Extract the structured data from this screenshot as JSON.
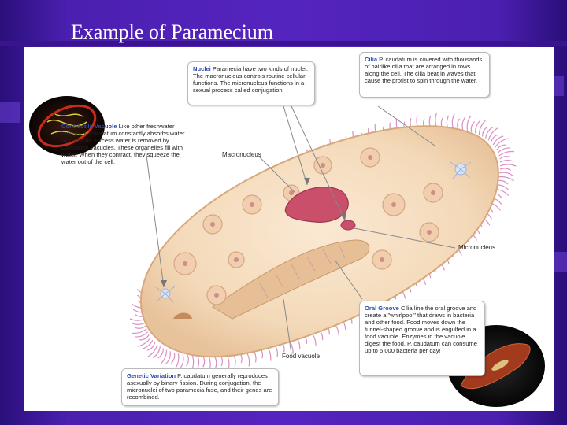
{
  "slide": {
    "title": "Example of Paramecium"
  },
  "callouts": {
    "nuclei": {
      "heading": "Nuclei",
      "text": "Paramecia have two kinds of nuclei. The macronucleus controls routine cellular functions. The micronucleus functions in a sexual process called conjugation."
    },
    "cilia": {
      "heading": "Cilia",
      "text": "P. caudatum is covered with thousands of hairlike cilia that are arranged in rows along the cell. The cilia beat in waves that cause the protist to spin through the water."
    },
    "contractile_vacuole": {
      "heading": "Contractile Vacuole",
      "text": "Like other freshwater protists, P. caudatum constantly absorbs water by osmosis. Excess water is removed by contractile vacuoles. These organelles fill with water. When they contract, they squeeze the water out of the cell."
    },
    "oral_groove": {
      "heading": "Oral Groove",
      "text": "Cilia line the oral groove and create a \"whirlpool\" that draws in bacteria and other food. Food moves down the funnel-shaped groove and is engulfed in a food vacuole. Enzymes in the vacuole digest the food. P. caudatum can consume up to 5,000 bacteria per day!"
    },
    "genetic_variation": {
      "heading": "Genetic Variation",
      "text": "P. caudatum generally reproduces asexually by binary fission. During conjugation, the micronuclei of two paramecia fuse, and their genes are recombined."
    }
  },
  "labels": {
    "macronucleus": "Macronucleus",
    "micronucleus": "Micronucleus",
    "food_vacuole": "Food vacuole"
  },
  "colors": {
    "slide_background": "#5524bf",
    "title_text": "#ffffff",
    "cell_body": "#f3d9b8",
    "cilia": "#d98fc4",
    "macronucleus": "#c94f6b",
    "callout_heading": "#2b4aa8"
  }
}
